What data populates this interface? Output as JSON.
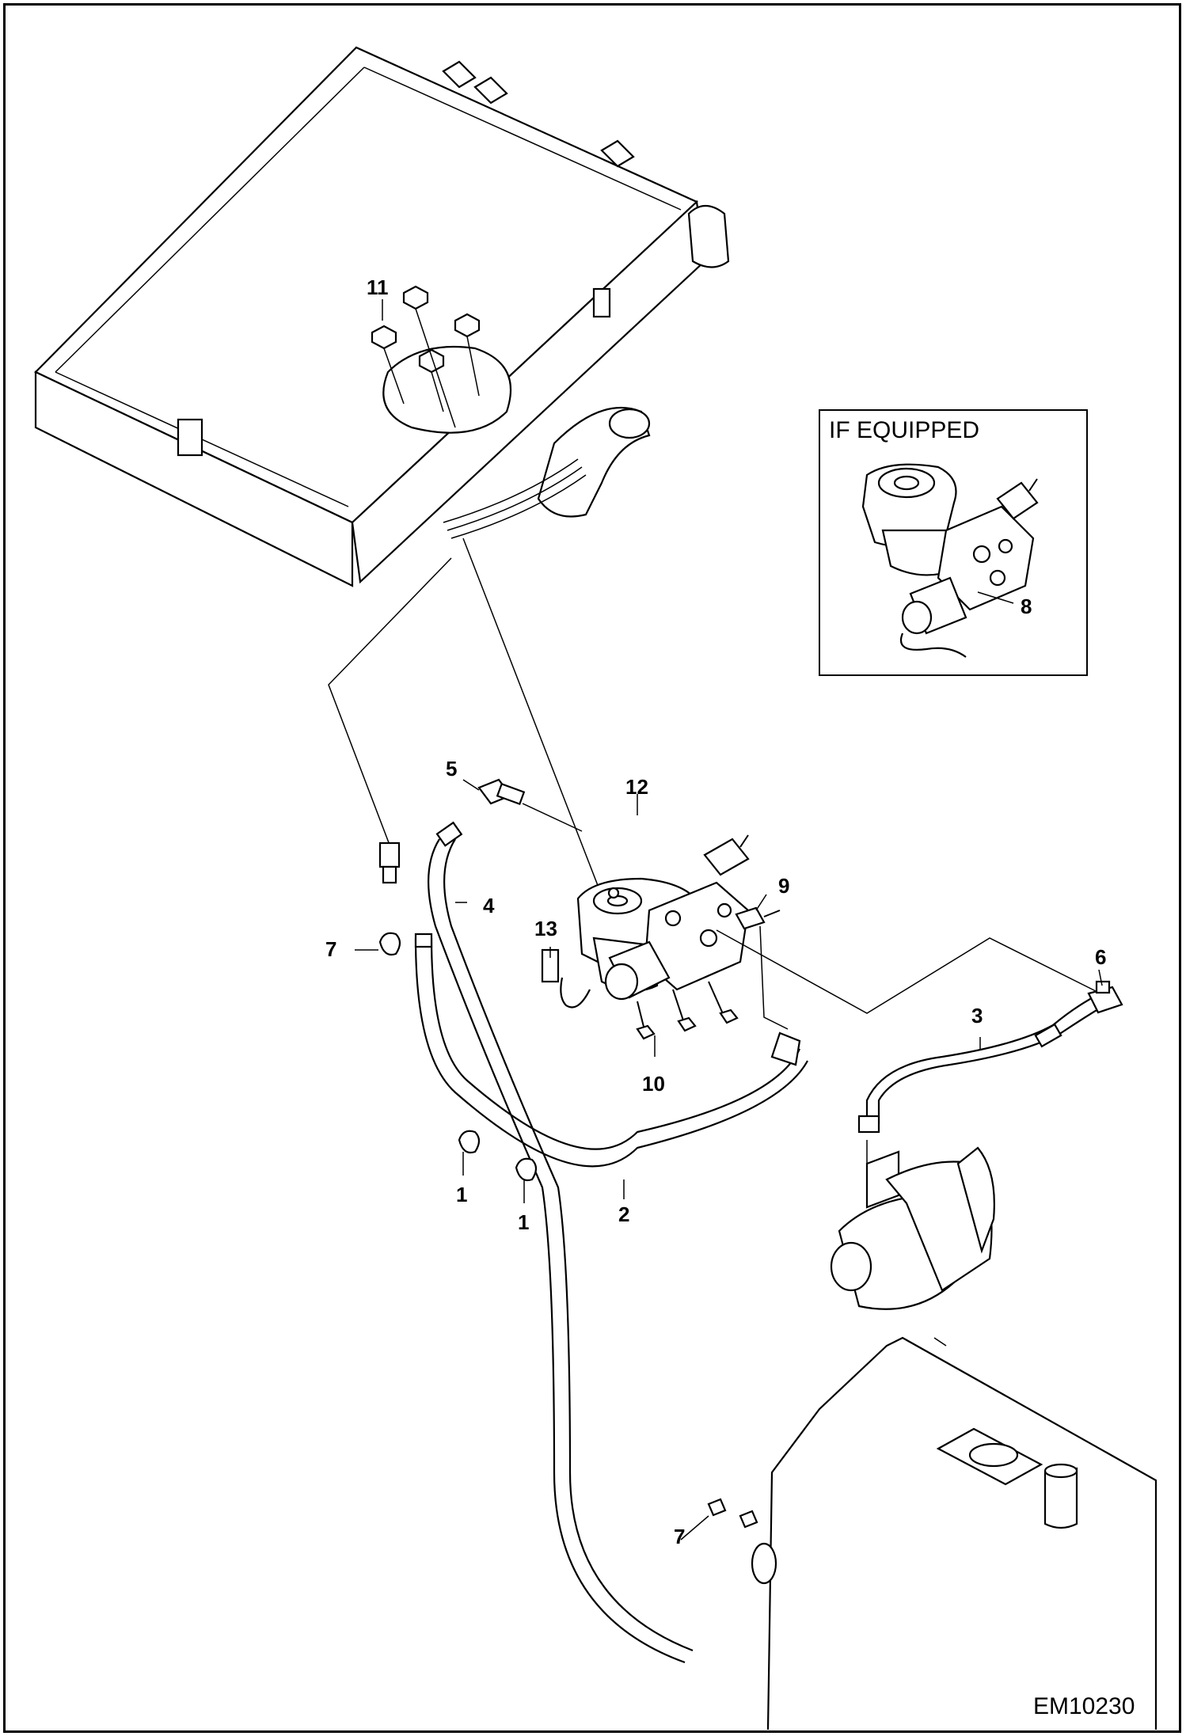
{
  "figure_id": "EM10230",
  "inset": {
    "title": "IF EQUIPPED",
    "callout": "8"
  },
  "callouts": {
    "c1a": "1",
    "c1b": "1",
    "c2": "2",
    "c3": "3",
    "c4": "4",
    "c5": "5",
    "c6": "6",
    "c7a": "7",
    "c7b": "7",
    "c9": "9",
    "c10": "10",
    "c11": "11",
    "c12": "12",
    "c13": "13"
  },
  "parts": [
    "cooler-assembly",
    "motor-valve-assembly",
    "hydraulic-pump",
    "hydraulic-reservoir",
    "hose-2",
    "hose-3",
    "hose-4",
    "fitting-5",
    "fitting-6",
    "clamp-1",
    "clamp-7",
    "fitting-9",
    "bolt-10",
    "nut-11",
    "motor-12",
    "connector-13"
  ]
}
